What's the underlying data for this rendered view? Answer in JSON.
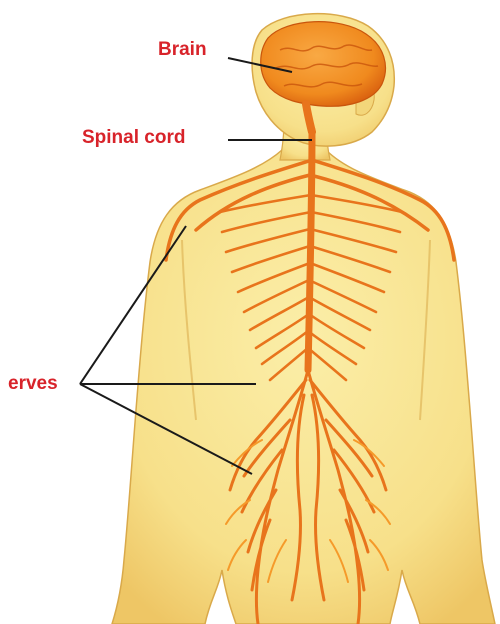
{
  "labels": {
    "brain": "Brain",
    "spinal_cord": "Spinal cord",
    "nerves": "erves"
  },
  "colors": {
    "label_text": "#d8232a",
    "leader_line": "#1a1a1a",
    "body_fill": "#f7e38e",
    "body_shade": "#efc760",
    "body_outline": "#d9a94a",
    "nerve": "#e8741c",
    "nerve_light": "#f59a2a",
    "brain": "#f08a1e",
    "brain_dark": "#d95f0e"
  }
}
